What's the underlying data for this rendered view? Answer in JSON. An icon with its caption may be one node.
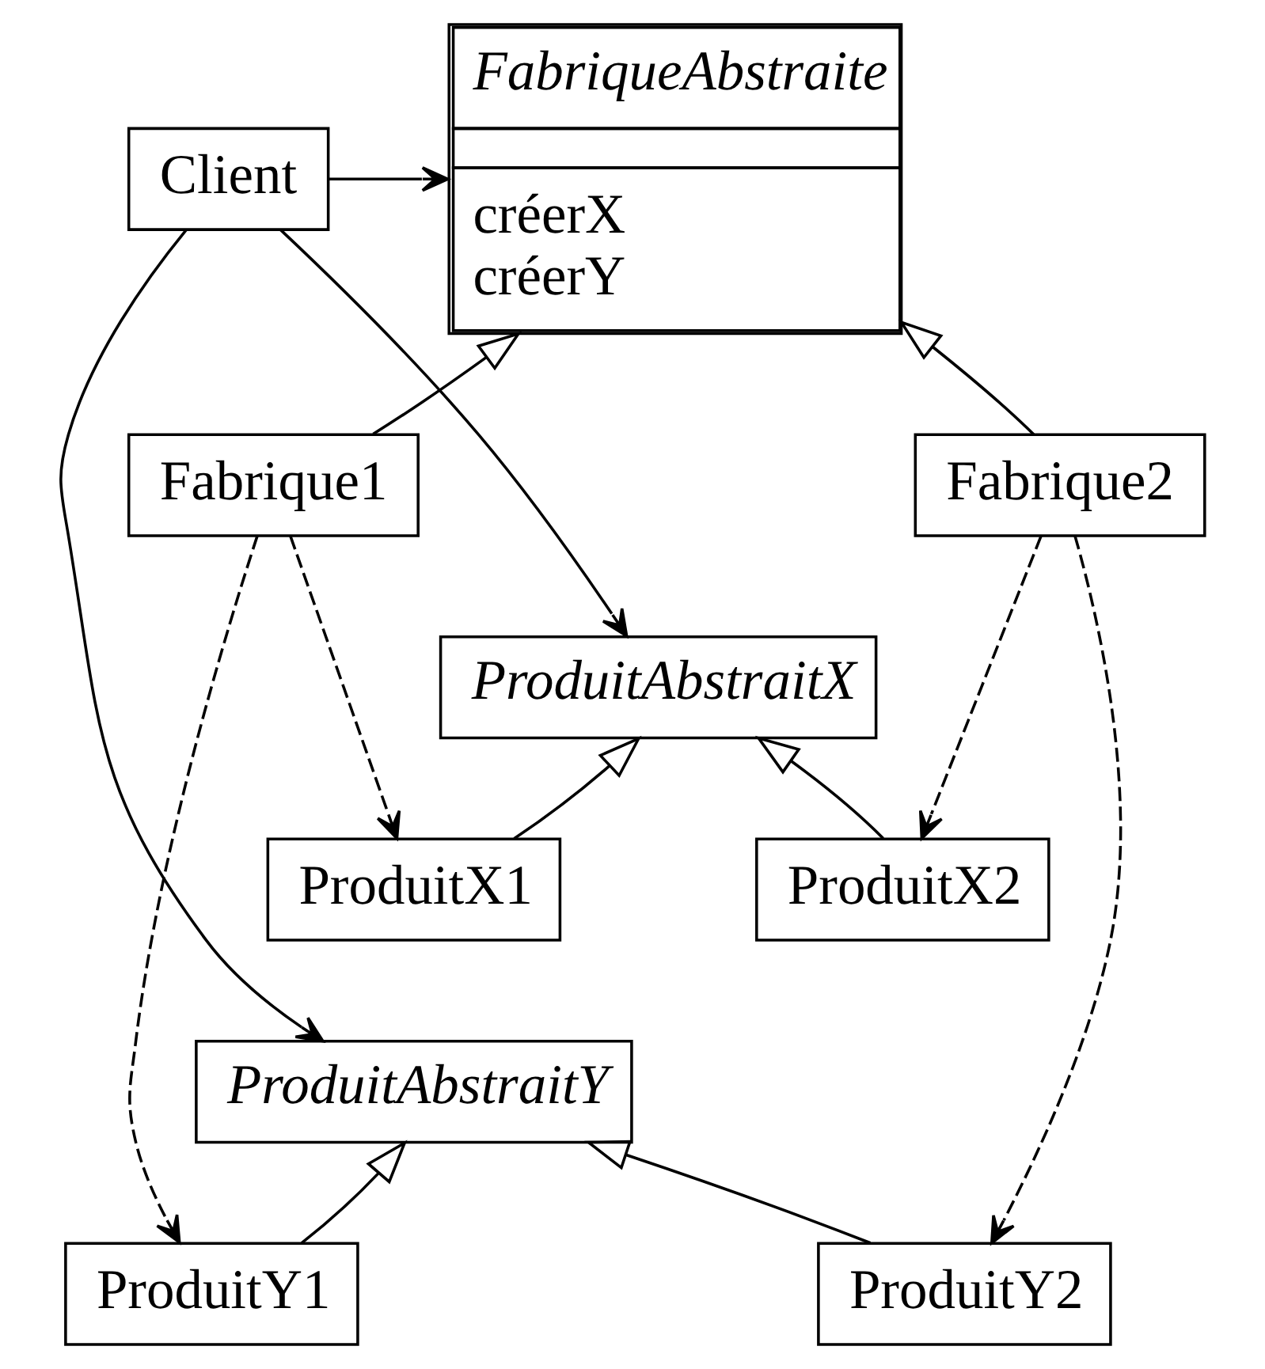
{
  "diagram": {
    "nodes": [
      {
        "text": [
          "Client"
        ]
      },
      {
        "text": [
          "FabriqueAbstraite",
          "créerX",
          "créerY"
        ]
      },
      {
        "text": [
          "Fabrique1"
        ]
      },
      {
        "text": [
          "Fabrique2"
        ]
      },
      {
        "text": [
          "ProduitAbstraitX"
        ]
      },
      {
        "text": [
          "ProduitX1"
        ]
      },
      {
        "text": [
          "ProduitX2"
        ]
      },
      {
        "text": [
          "ProduitAbstraitY"
        ]
      },
      {
        "text": [
          "ProduitY1"
        ]
      },
      {
        "text": [
          "ProduitY2"
        ]
      }
    ],
    "edges": [
      {
        "from": 0,
        "to": 1,
        "arrow": "to"
      },
      {
        "from": 2,
        "to": 1,
        "arrow": "to"
      },
      {
        "from": 3,
        "to": 1,
        "arrow": "to"
      },
      {
        "from": 0,
        "to": 4,
        "arrow": "to"
      },
      {
        "from": 5,
        "to": 4,
        "arrow": "to"
      },
      {
        "from": 6,
        "to": 4,
        "arrow": "to"
      },
      {
        "from": 2,
        "to": 5,
        "arrow": "to",
        "style": "dashed"
      },
      {
        "from": 3,
        "to": 6,
        "arrow": "to",
        "style": "dashed"
      },
      {
        "from": 0,
        "to": 7,
        "arrow": "to"
      },
      {
        "from": 8,
        "to": 7,
        "arrow": "to"
      },
      {
        "from": 9,
        "to": 7,
        "arrow": "to"
      },
      {
        "from": 2,
        "to": 8,
        "arrow": "to",
        "style": "dashed"
      },
      {
        "from": 3,
        "to": 9,
        "arrow": "to",
        "style": "dashed"
      }
    ]
  }
}
